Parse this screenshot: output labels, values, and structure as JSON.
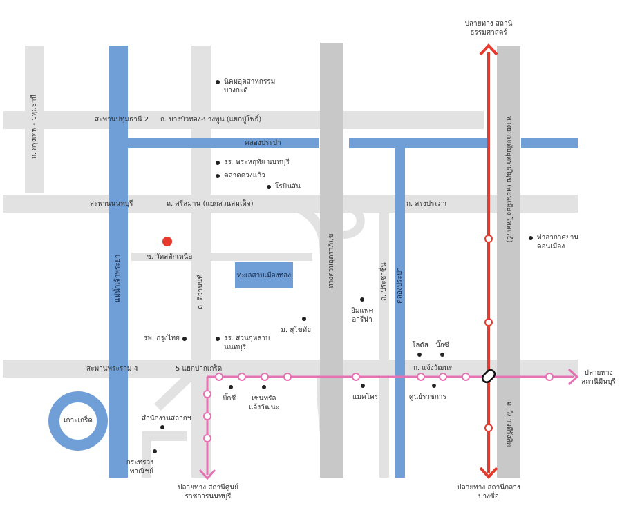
{
  "colors": {
    "road": "#e2e2e2",
    "road_dark": "#c8c8c8",
    "water": "#6f9fd6",
    "red_line": "#e53a2e",
    "pink_line": "#e573b4",
    "text": "#333333"
  },
  "roads": {
    "ngamwongwan_area_top": "ถ. บางบัวทอง-บางพูน (แยกปู่โพธิ์)",
    "bridge_pathum": "สะพานปทุมธานี 2",
    "bridge_nonthaburi": "สะพานนนทบุรี",
    "srisaman": "ถ. ศรีสมาน (แยกสวนสมเด็จ)",
    "songprapa": "ถ. สรงประภา",
    "bridge_rama4": "สะพานพระราม 4",
    "pak_kret_junction": "5 แยกปากเกร็ด",
    "chaengwattana": "ถ. แจ้งวัฒนะ",
    "bangkok_pathum": "ถ. กรุงเทพ - ปทุมธานี",
    "tiwanon": "ถ. ติวานนท์",
    "uttaraphimuk": "ทางด่วนอุตราภิมุข",
    "prachachuen": "ถ. ประชาชื่น",
    "vibhavadi": "ทางยกระดับอุตราภิมุข (ดอนเมือง โทลเวย์)",
    "vibhavadi_rangsit": "ถ. วิภาวดีรังสิต",
    "soi_wat": "ซ. วัดสลักเหนือ"
  },
  "water": {
    "canal_prapa_h": "คลองประปา",
    "canal_prapa_v": "คลองประปา",
    "chao_phraya": "แม่น้ำเจ้าพระยา",
    "lake": "ทะเลสาบเมืองทอง",
    "island": "เกาะเกร็ด"
  },
  "places": {
    "industrial": "นิคมอุตสาหกรรม บางกะดี",
    "school_prahruthai": "รร. พระหฤทัย นนทบุรี",
    "market": "ตลาดดวงแก้ว",
    "robinson": "โรบินสัน",
    "hospital": "รพ. กรุงไทย",
    "school_suankularb": "รร. สวนกุหลาบ นนทบุรี",
    "university": "ม. สุโขทัย",
    "impact": "อิมแพค อารีน่า",
    "lotus": "โลตัส",
    "bigc_top": "บิ๊กซี",
    "airport": "ท่าอากาศยาน ดอนเมือง",
    "bigc_bottom": "บิ๊กซี",
    "central": "เซนทรัล แจ้งวัฒนะ",
    "makro": "แมคโคร",
    "govt_center": "ศูนย์ราชการ",
    "lottery_office": "สำนักงานสลากฯ",
    "commerce_ministry": "กระทรวง พาณิชย์"
  },
  "terminals": {
    "north_red": "ปลายทาง สถานีธรรมศาสตร์",
    "south_red": "ปลายทาง สถานีกลางบางซื่อ",
    "east_pink": "ปลายทาง สถานีมีนบุรี",
    "south_pink": "ปลายทาง สถานีศูนย์ราชการนนทบุรี"
  }
}
